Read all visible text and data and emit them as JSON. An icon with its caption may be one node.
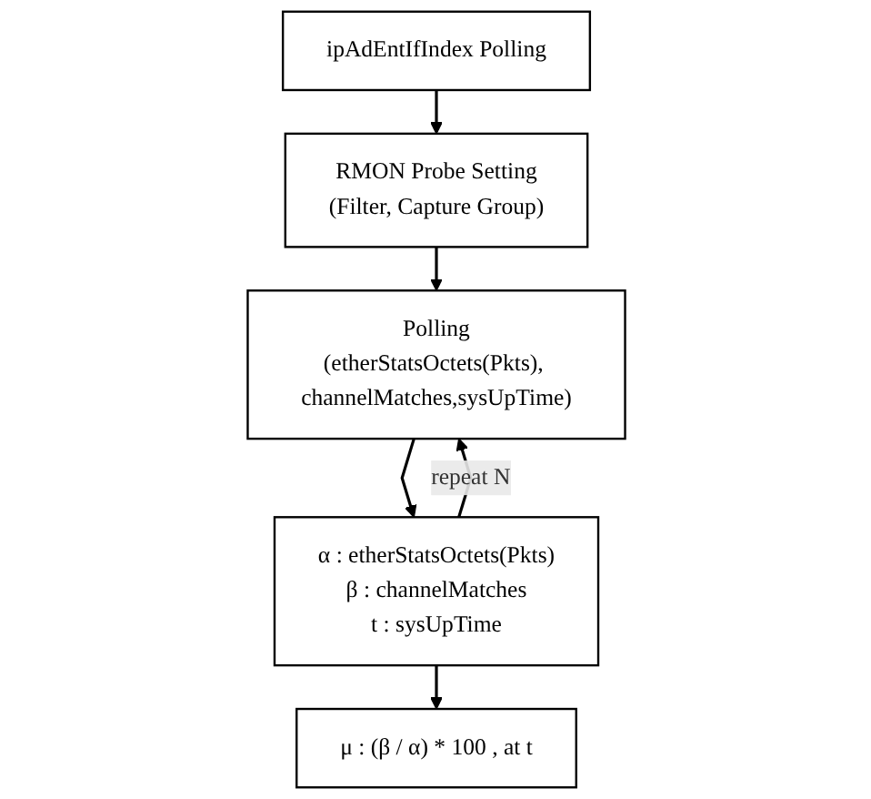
{
  "diagram": {
    "nodes": [
      {
        "text": [
          "ipAdEntIfIndex Polling"
        ]
      },
      {
        "text": [
          "RMON Probe Setting",
          "(Filter, Capture Group)"
        ]
      },
      {
        "text": [
          "Polling",
          "(etherStatsOctets(Pkts), channelMatches,sysUpTime)"
        ]
      },
      {
        "text": [
          "α : etherStatsOctets(Pkts)",
          "β : channelMatches",
          "t : sysUpTime"
        ]
      },
      {
        "text": [
          "μ : (β / α) * 100 , at t"
        ]
      }
    ],
    "edges": [
      {
        "from": 0,
        "to": 1,
        "arrow": "to"
      },
      {
        "from": 1,
        "to": 2,
        "arrow": "to"
      },
      {
        "from": 2,
        "to": 3,
        "arrow": "to"
      },
      {
        "from": 3,
        "to": 4,
        "arrow": "to"
      },
      {
        "from": 3,
        "to": 2,
        "arrow": "to",
        "label": "repeat N"
      }
    ]
  }
}
